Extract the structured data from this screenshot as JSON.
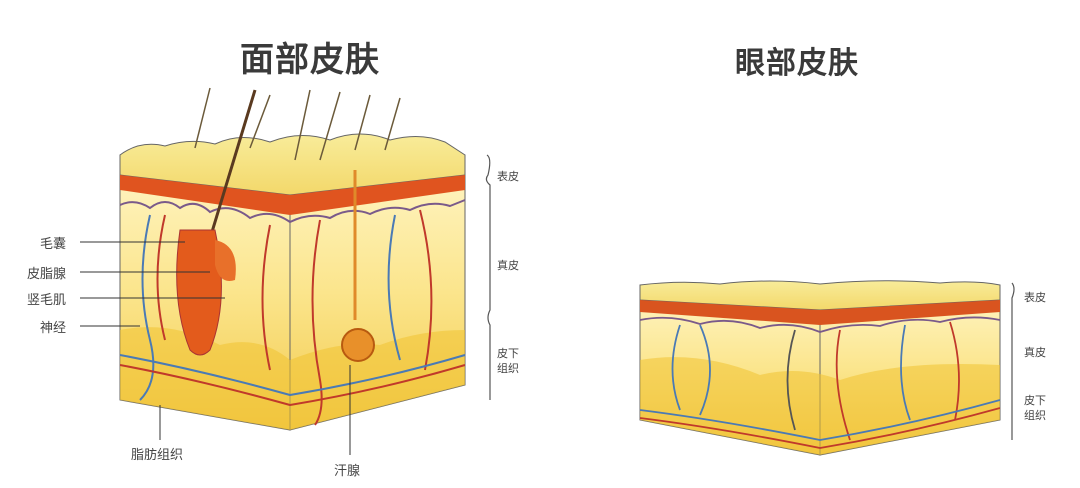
{
  "diagrams": [
    {
      "title": "面部皮肤",
      "left_labels": [
        "毛囊",
        "皮脂腺",
        "竖毛肌",
        "神经"
      ],
      "bottom_labels": [
        "脂肪组织",
        "汗腺"
      ],
      "layer_labels": [
        "表皮",
        "真皮",
        "皮下\n组织"
      ]
    },
    {
      "title": "眼部皮肤",
      "layer_labels": [
        "表皮",
        "真皮",
        "皮下\n组织"
      ]
    }
  ],
  "colors": {
    "epidermis_top": "#f6e58a",
    "epidermis_band": "#e0541f",
    "dermis": "#fbeea8",
    "fat": "#f1c232",
    "vein": "#4a7ab5",
    "artery": "#c0392b",
    "outline": "#555555"
  }
}
